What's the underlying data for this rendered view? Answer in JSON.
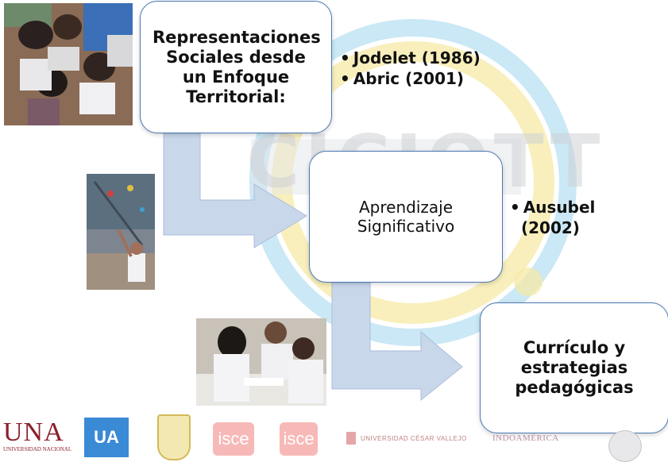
{
  "watermark": {
    "text": "CICIOTT"
  },
  "nodes": [
    {
      "text": "Representaciones Sociales desde un Enfoque Territorial:"
    },
    {
      "text": "Aprendizaje Significativo"
    },
    {
      "text": "Currículo y estrategias pedagógicas"
    }
  ],
  "references": {
    "group1": [
      "Jodelet (1986)",
      "Abric (2001)"
    ],
    "group2": {
      "line1": "Ausubel",
      "line2": "(2002)"
    }
  },
  "logos": {
    "una": "UNA",
    "una_sub": "UNIVERSIDAD NACIONAL",
    "ua": "UA",
    "isce1": "isce",
    "isce2": "isce",
    "ucv": "UNIVERSIDAD CÉSAR VALLEJO",
    "indoamerica": "INDOAMÉRICA"
  },
  "colors": {
    "arrow": "#c9d7ea",
    "arrow_stroke": "#a9bedc",
    "box_border": "#4a78b5",
    "ring_blue": "#a6d8ef",
    "ring_yellow": "#f6e9a6",
    "logo_red": "#d9534f",
    "logo_blue": "#3a8ad6"
  }
}
